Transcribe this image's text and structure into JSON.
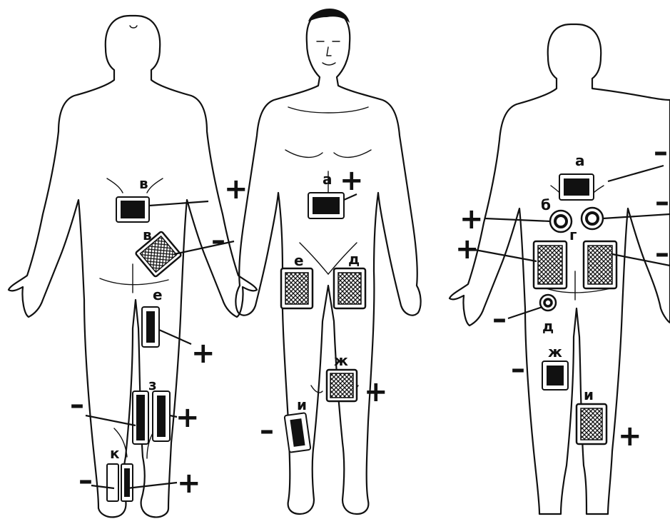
{
  "signs": {
    "plus": "+",
    "minus": "–"
  },
  "figures": {
    "left": {
      "labels": {
        "v_upper": "в",
        "v_lower": "в",
        "e": "е",
        "z": "з",
        "k": "к"
      }
    },
    "middle": {
      "labels": {
        "a": "а",
        "e": "е",
        "d": "д",
        "zh": "ж",
        "i": "и"
      }
    },
    "right": {
      "labels": {
        "a": "а",
        "b": "б",
        "g": "г",
        "d": "д",
        "zh": "ж",
        "i": "и"
      }
    }
  },
  "colors": {
    "ink": "#111111",
    "background": "#ffffff",
    "pad_dark": "#111111"
  }
}
